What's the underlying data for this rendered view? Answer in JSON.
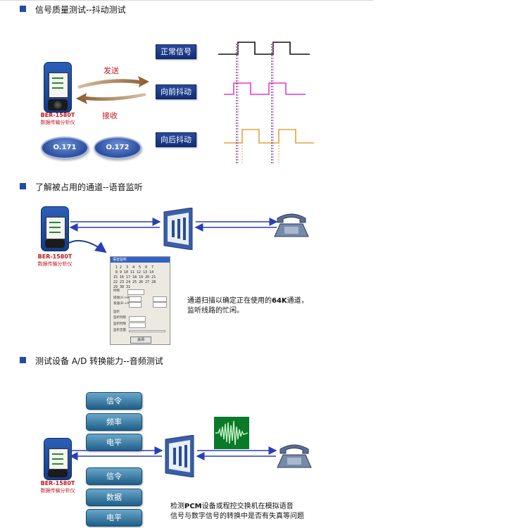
{
  "sections": [
    {
      "title": "信号质量测试--抖动测试"
    },
    {
      "title": "了解被占用的通道--语音监听"
    },
    {
      "title": "测试设备  A/D  转换能力--音频测试"
    }
  ],
  "device": {
    "name": "BER-1580T",
    "subtitle": "数据传输分析仪"
  },
  "jitter": {
    "send_label": "发送",
    "receive_label": "接收",
    "ports": [
      "O.171",
      "O.172"
    ],
    "signals": [
      {
        "label": "正常信号",
        "color": "#111111"
      },
      {
        "label": "向前抖动",
        "color": "#e23cd0"
      },
      {
        "label": "向后抖动",
        "color": "#e8a23a"
      }
    ]
  },
  "monitor": {
    "dialog": {
      "title": "语音监听",
      "calendar": " 1 2  3  4  5  6  7\n 8 9 10 11 12 13 14\n15 16 17 18 19 20 21\n22 23 24 25 26 27 28\n29 30 31",
      "rows": [
        "时隙",
        "接收(A->B)",
        "发送(B->A)",
        "监听",
        "监听时隙",
        "监听时隙",
        "监听音量"
      ],
      "ok": "关闭"
    },
    "note_before": "通道扫描以确定正在使用的",
    "note_bold": "64K",
    "note_after": "通道，",
    "note_line2": "监听线路的忙闲。"
  },
  "audio": {
    "buttons_top": [
      "信令",
      "频率",
      "电平"
    ],
    "buttons_bottom": [
      "信令",
      "数据",
      "电平"
    ],
    "note_before": "检测",
    "note_bold": "PCM",
    "note_after": "设备或程控交换机在模拟语音",
    "note_line2": "信号与数字信号的转换中是否有失真等问题"
  },
  "colors": {
    "accent": "#1f4ea3",
    "label_blue": "#1e3d8f",
    "arrow_line": "#2a3fb0",
    "device_red": "#c0171f"
  }
}
